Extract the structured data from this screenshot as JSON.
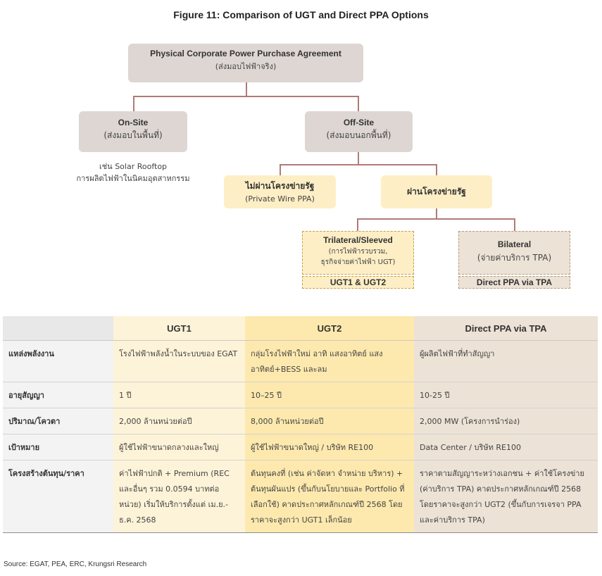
{
  "figure_title": "Figure 11: Comparison of UGT and Direct PPA Options",
  "tree": {
    "root": {
      "title": "Physical Corporate Power Purchase Agreement",
      "sub": "(ส่งมอบไฟฟ้าจริง)"
    },
    "onsite": {
      "title": "On-Site",
      "sub": "(ส่งมอบในพื้นที่)",
      "note_line1": "เช่น Solar Rooftop",
      "note_line2": "การผลิตไฟฟ้าในนิคมอุตสาหกรรม"
    },
    "offsite": {
      "title": "Off-Site",
      "sub": "(ส่งมอบนอกพื้นที่)"
    },
    "no_grid": {
      "title": "ไม่ผ่านโครงข่ายรัฐ",
      "sub": "(Private Wire PPA)"
    },
    "via_grid": {
      "title": "ผ่านโครงข่ายรัฐ"
    },
    "trilateral": {
      "title": "Trilateral/Sleeved",
      "sub1": "(การไฟฟ้ารวบรวม,",
      "sub2": "ธุรกิจจ่ายค่าไฟฟ้า UGT)",
      "tag": "UGT1 & UGT2"
    },
    "bilateral": {
      "title": "Bilateral",
      "sub": "(จ่ายค่าบริการ TPA)",
      "tag": "Direct PPA via TPA"
    }
  },
  "table": {
    "headers": [
      "",
      "UGT1",
      "UGT2",
      "Direct PPA via TPA"
    ],
    "rows": [
      {
        "label": "แหล่งพลังงาน",
        "ugt1": "โรงไฟฟ้าพลังน้ำในระบบของ EGAT",
        "ugt2": "กลุ่มโรงไฟฟ้าใหม่ อาทิ แสงอาทิตย์ แสงอาทิตย์+BESS และลม",
        "direct": "ผู้ผลิตไฟฟ้าที่ทำสัญญา"
      },
      {
        "label": "อายุสัญญา",
        "ugt1": "1 ปี",
        "ugt2": "10–25 ปี",
        "direct": "10-25 ปี"
      },
      {
        "label": "ปริมาณ/โควตา",
        "ugt1": "2,000 ล้านหน่วยต่อปี",
        "ugt2": "8,000 ล้านหน่วยต่อปี",
        "direct": "2,000 MW (โครงการนำร่อง)"
      },
      {
        "label": "เป้าหมาย",
        "ugt1": "ผู้ใช้ไฟฟ้าขนาดกลางและใหญ่",
        "ugt2": "ผู้ใช้ไฟฟ้าขนาดใหญ่ / บริษัท RE100",
        "direct": "Data Center / บริษัท RE100"
      },
      {
        "label": "โครงสร้างต้นทุน/ราคา",
        "ugt1": "ค่าไฟฟ้าปกติ + Premium (REC และอื่นๆ รวม 0.0594 บาทต่อหน่วย) เริ่มให้บริการตั้งแต่ เม.ย.-ธ.ค. 2568",
        "ugt2": "ต้นทุนคงที่ (เช่น ค่าจัดหา จำหน่าย บริหาร) + ต้นทุนผันแปร (ขึ้นกับนโยบายและ Portfolio ที่เลือกใช้) คาดประกาศหลักเกณฑ์ปี 2568 โดยราคาจะสูงกว่า UGT1 เล็กน้อย",
        "direct": "ราคาตามสัญญาระหว่างเอกชน + ค่าใช้โครงข่าย (ค่าบริการ TPA) คาดประกาศหลักเกณฑ์ปี 2568 โดยราคาจะสูงกว่า UGT2 (ขึ้นกับการเจรจา PPA และค่าบริการ TPA)"
      }
    ]
  },
  "source": "Source: EGAT, PEA, ERC, Krungsri Research"
}
